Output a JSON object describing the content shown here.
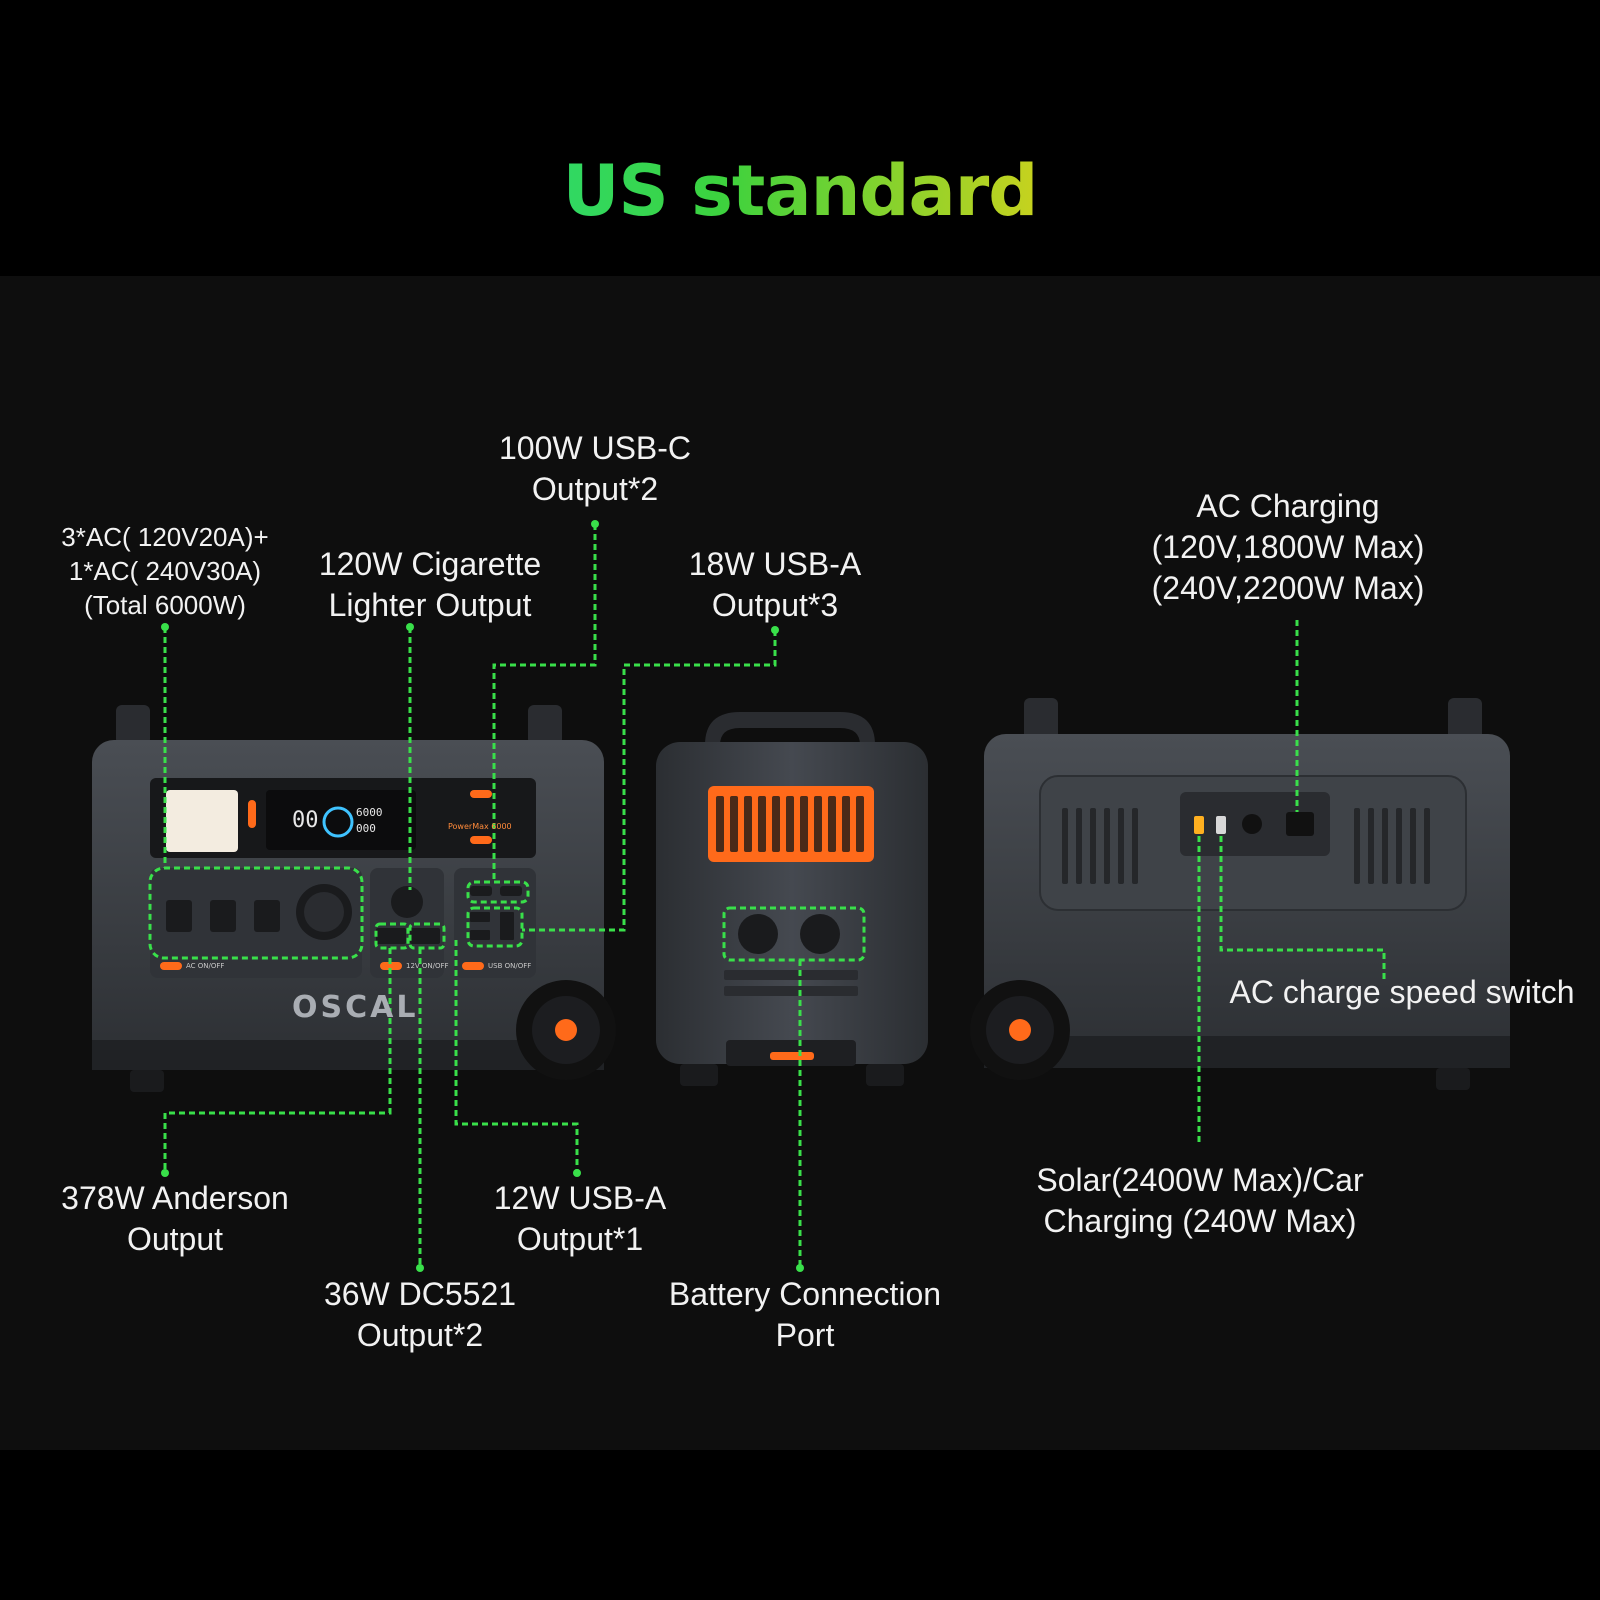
{
  "title": "US standard",
  "brand": "OSCAL",
  "model": "PowerMax 6000",
  "panel_labels": {
    "ac_switch": "AC ON/OFF",
    "dc_switch": "12V ON/OFF",
    "usb_switch": "USB ON/OFF"
  },
  "display": {
    "left": "00",
    "right_top": "6000",
    "right_bottom": "000"
  },
  "callouts": {
    "ac_output": "3*AC( 120V20A)+\n1*AC( 240V30A)\n(Total 6000W)",
    "cigarette": "120W Cigarette\nLighter Output",
    "usb_c": "100W USB-C\nOutput*2",
    "usb_a_18w": "18W USB-A\nOutput*3",
    "ac_charging": "AC Charging\n(120V,1800W Max)\n(240V,2200W Max)",
    "anderson": "378W Anderson\nOutput",
    "dc5521": "36W DC5521\nOutput*2",
    "usb_a_12w": "12W USB-A\nOutput*1",
    "battery_port": "Battery Connection\nPort",
    "ac_speed_switch": "AC charge speed switch",
    "solar_car": "Solar(2400W Max)/Car\nCharging (240W Max)"
  },
  "colors": {
    "callout_line": "#39e04a",
    "accent_orange": "#ff6a1a",
    "device_body": "#3a3d42",
    "background": "#0e0e0e"
  }
}
